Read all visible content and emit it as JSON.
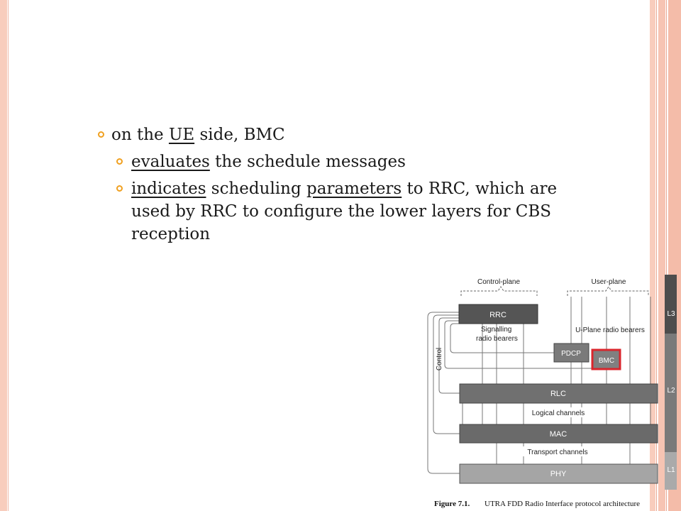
{
  "slide": {
    "bullets": {
      "b1": {
        "w1": "on the ",
        "w2": "UE",
        "w3": " side, BMC"
      },
      "b2": {
        "w1": "evaluates",
        "w2": " the schedule messages"
      },
      "b3": {
        "w1": "indicates",
        "w2": " scheduling ",
        "w3": "parameters",
        "w4": " to RRC, which are used by RRC to configure the lower layers for CBS reception"
      }
    }
  },
  "diagram": {
    "control_plane": "Control-plane",
    "user_plane": "User-plane",
    "rrc": "RRC",
    "signalling_1": "Signalling",
    "signalling_2": "radio bearers",
    "uplane_bearers": "U-Plane radio bearers",
    "pdcp": "PDCP",
    "bmc": "BMC",
    "control": "Control",
    "rlc": "RLC",
    "logical_channels": "Logical channels",
    "mac": "MAC",
    "transport_channels": "Transport channels",
    "phy": "PHY",
    "l3": "L3",
    "l2": "L2",
    "l1": "L1",
    "caption_fig": "Figure 7.1.",
    "caption_text": "UTRA FDD Radio Interface protocol architecture"
  },
  "colors": {
    "frame": "#f8cdbd",
    "bullet": "#f0a020",
    "highlight": "#d9262c",
    "box_dark": "#5a5a5a",
    "box_mid": "#777777"
  }
}
